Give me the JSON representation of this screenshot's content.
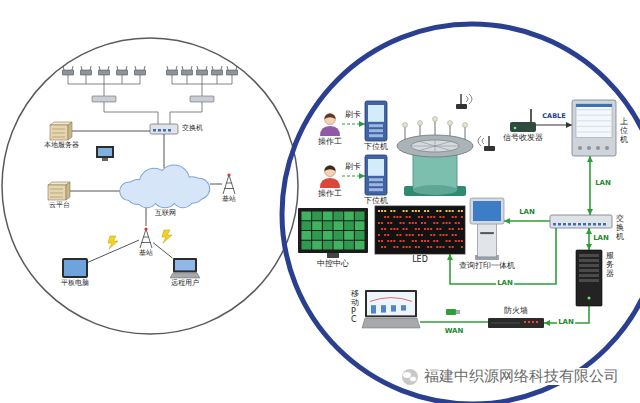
{
  "diagram": {
    "nodes": [
      {
        "text": [
          "本地服务器"
        ]
      },
      {
        "text": [
          "交换机"
        ]
      },
      {
        "text": [
          "云平台"
        ]
      },
      {
        "text": [
          "互联网"
        ]
      },
      {
        "text": [
          "基站"
        ]
      },
      {
        "text": [
          "基站"
        ]
      },
      {
        "text": [
          "平板电脑"
        ]
      },
      {
        "text": [
          "远程用户"
        ]
      },
      {
        "text": [
          "操作工"
        ]
      },
      {
        "text": [
          "下位机"
        ]
      },
      {
        "text": [
          "操作工"
        ]
      },
      {
        "text": [
          "下位机"
        ]
      },
      {
        "text": [
          "信号收发器"
        ]
      },
      {
        "text": [
          "上位机"
        ]
      },
      {
        "text": [
          "中控中心"
        ]
      },
      {
        "text": [
          "LED"
        ]
      },
      {
        "text": [
          "查询打印一体机"
        ]
      },
      {
        "text": [
          "交换机"
        ]
      },
      {
        "text": [
          "服务器"
        ]
      },
      {
        "text": [
          "移动PC"
        ]
      },
      {
        "text": [
          "防火墙"
        ]
      }
    ],
    "edges": [
      {
        "from": 0,
        "to": 1,
        "arrow": "none"
      },
      {
        "from": 2,
        "to": 3,
        "arrow": "none"
      },
      {
        "from": 1,
        "to": 3,
        "arrow": "none"
      },
      {
        "from": 3,
        "to": 4,
        "arrow": "none"
      },
      {
        "from": 3,
        "to": 5,
        "arrow": "none"
      },
      {
        "from": 5,
        "to": 6,
        "arrow": "none"
      },
      {
        "from": 5,
        "to": 7,
        "arrow": "none"
      },
      {
        "from": 8,
        "to": 9,
        "label": "刷卡",
        "arrow": "to"
      },
      {
        "from": 10,
        "to": 11,
        "label": "刷卡",
        "arrow": "to"
      },
      {
        "from": 12,
        "to": 13,
        "label": "CABLE",
        "arrow": "to"
      },
      {
        "from": 13,
        "to": 17,
        "label": "LAN",
        "arrow": "both"
      },
      {
        "from": 17,
        "to": 16,
        "label": "LAN",
        "arrow": "to"
      },
      {
        "from": 17,
        "to": 15,
        "label": "LAN",
        "arrow": "to"
      },
      {
        "from": 17,
        "to": 18,
        "label": "LAN",
        "arrow": "both"
      },
      {
        "from": 18,
        "to": 20,
        "label": "LAN",
        "arrow": "to"
      },
      {
        "from": 20,
        "to": 19,
        "label": "WAN",
        "arrow": "none"
      }
    ],
    "labels": [
      "福建中织源网络科技有限公司"
    ]
  }
}
